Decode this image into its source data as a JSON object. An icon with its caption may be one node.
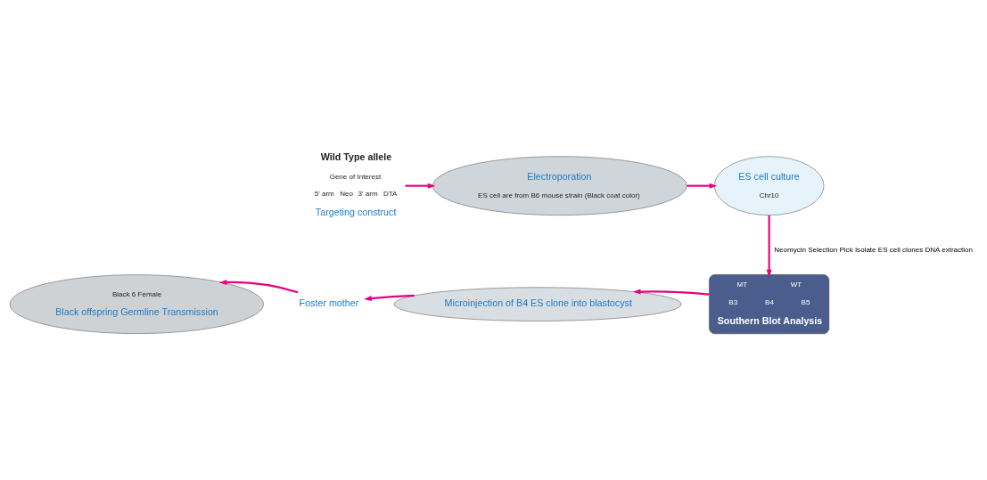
{
  "diagram": {
    "nodes": [
      {
        "text": [
          "Wild Type allele",
          "Gene of Interest",
          "5' arm",
          "Neo",
          "3' arm",
          "DTA",
          "Targeting construct"
        ]
      },
      {
        "text": [
          "Electroporation",
          "ES cell are from B6 mouse strain (Black coat color)"
        ]
      },
      {
        "text": [
          "ES cell culture",
          "Chr10"
        ]
      },
      {
        "text": [
          "MT",
          "WT",
          "B3",
          "B4",
          "B5",
          "Southern Blot Analysis"
        ]
      },
      {
        "text": [
          "Microinjection of B4 ES clone into blastocyst"
        ]
      },
      {
        "text": [
          "Foster mother"
        ]
      },
      {
        "text": [
          "Black 6 Female",
          "Black offspring Germline Transmission"
        ]
      }
    ],
    "edges": [
      {
        "from": 0,
        "to": 1,
        "arrow": "to"
      },
      {
        "from": 1,
        "to": 2,
        "arrow": "to"
      },
      {
        "from": 2,
        "to": 3,
        "arrow": "to",
        "label": "Neomycin Selection Pick Isolate ES cell clones DNA extraction"
      },
      {
        "from": 3,
        "to": 4,
        "arrow": "to"
      },
      {
        "from": 4,
        "to": 5,
        "arrow": "to"
      },
      {
        "from": 5,
        "to": 6,
        "arrow": "to"
      }
    ]
  }
}
